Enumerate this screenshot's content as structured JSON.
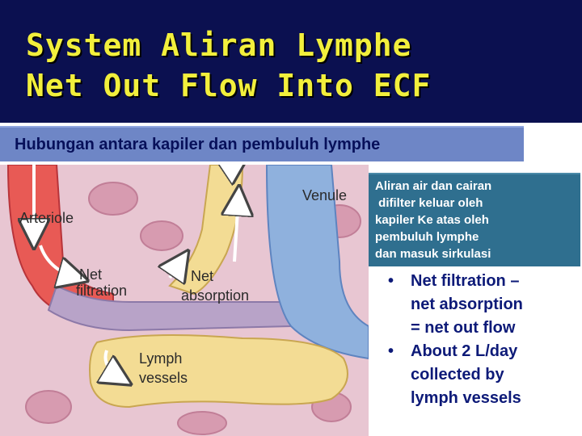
{
  "title": {
    "line1": "System Aliran Lymphe",
    "line2": "Net Out Flow Into ECF"
  },
  "subtitle": "Hubungan antara kapiler dan pembuluh lymphe",
  "diagram": {
    "arteriole": "Arteriole",
    "venule": "Venule",
    "net_filtration_1": "Net",
    "net_filtration_2": "filtration",
    "net_absorption_1": "Net",
    "net_absorption_2": "absorption",
    "lymph_vessels_1": "Lymph",
    "lymph_vessels_2": "vessels"
  },
  "callout": {
    "lines": [
      "Aliran air dan cairan",
      " difilter keluar oleh",
      "kapiler Ke atas oleh",
      "pembuluh lymphe",
      "dan masuk sirkulasi"
    ]
  },
  "bullets": [
    {
      "symbol": "•",
      "lines": [
        "Net filtration –",
        "net absorption",
        "= net out flow"
      ]
    },
    {
      "symbol": "•",
      "lines": [
        "About 2 L/day",
        "collected by",
        "lymph vessels"
      ]
    }
  ],
  "colors": {
    "header_bg": "#0b1050",
    "title_text": "#f2ef3c",
    "subtitle_bg": "#6e86c6",
    "callout_bg": "#2f6f8f",
    "bullet_text": "#0d1a78"
  }
}
